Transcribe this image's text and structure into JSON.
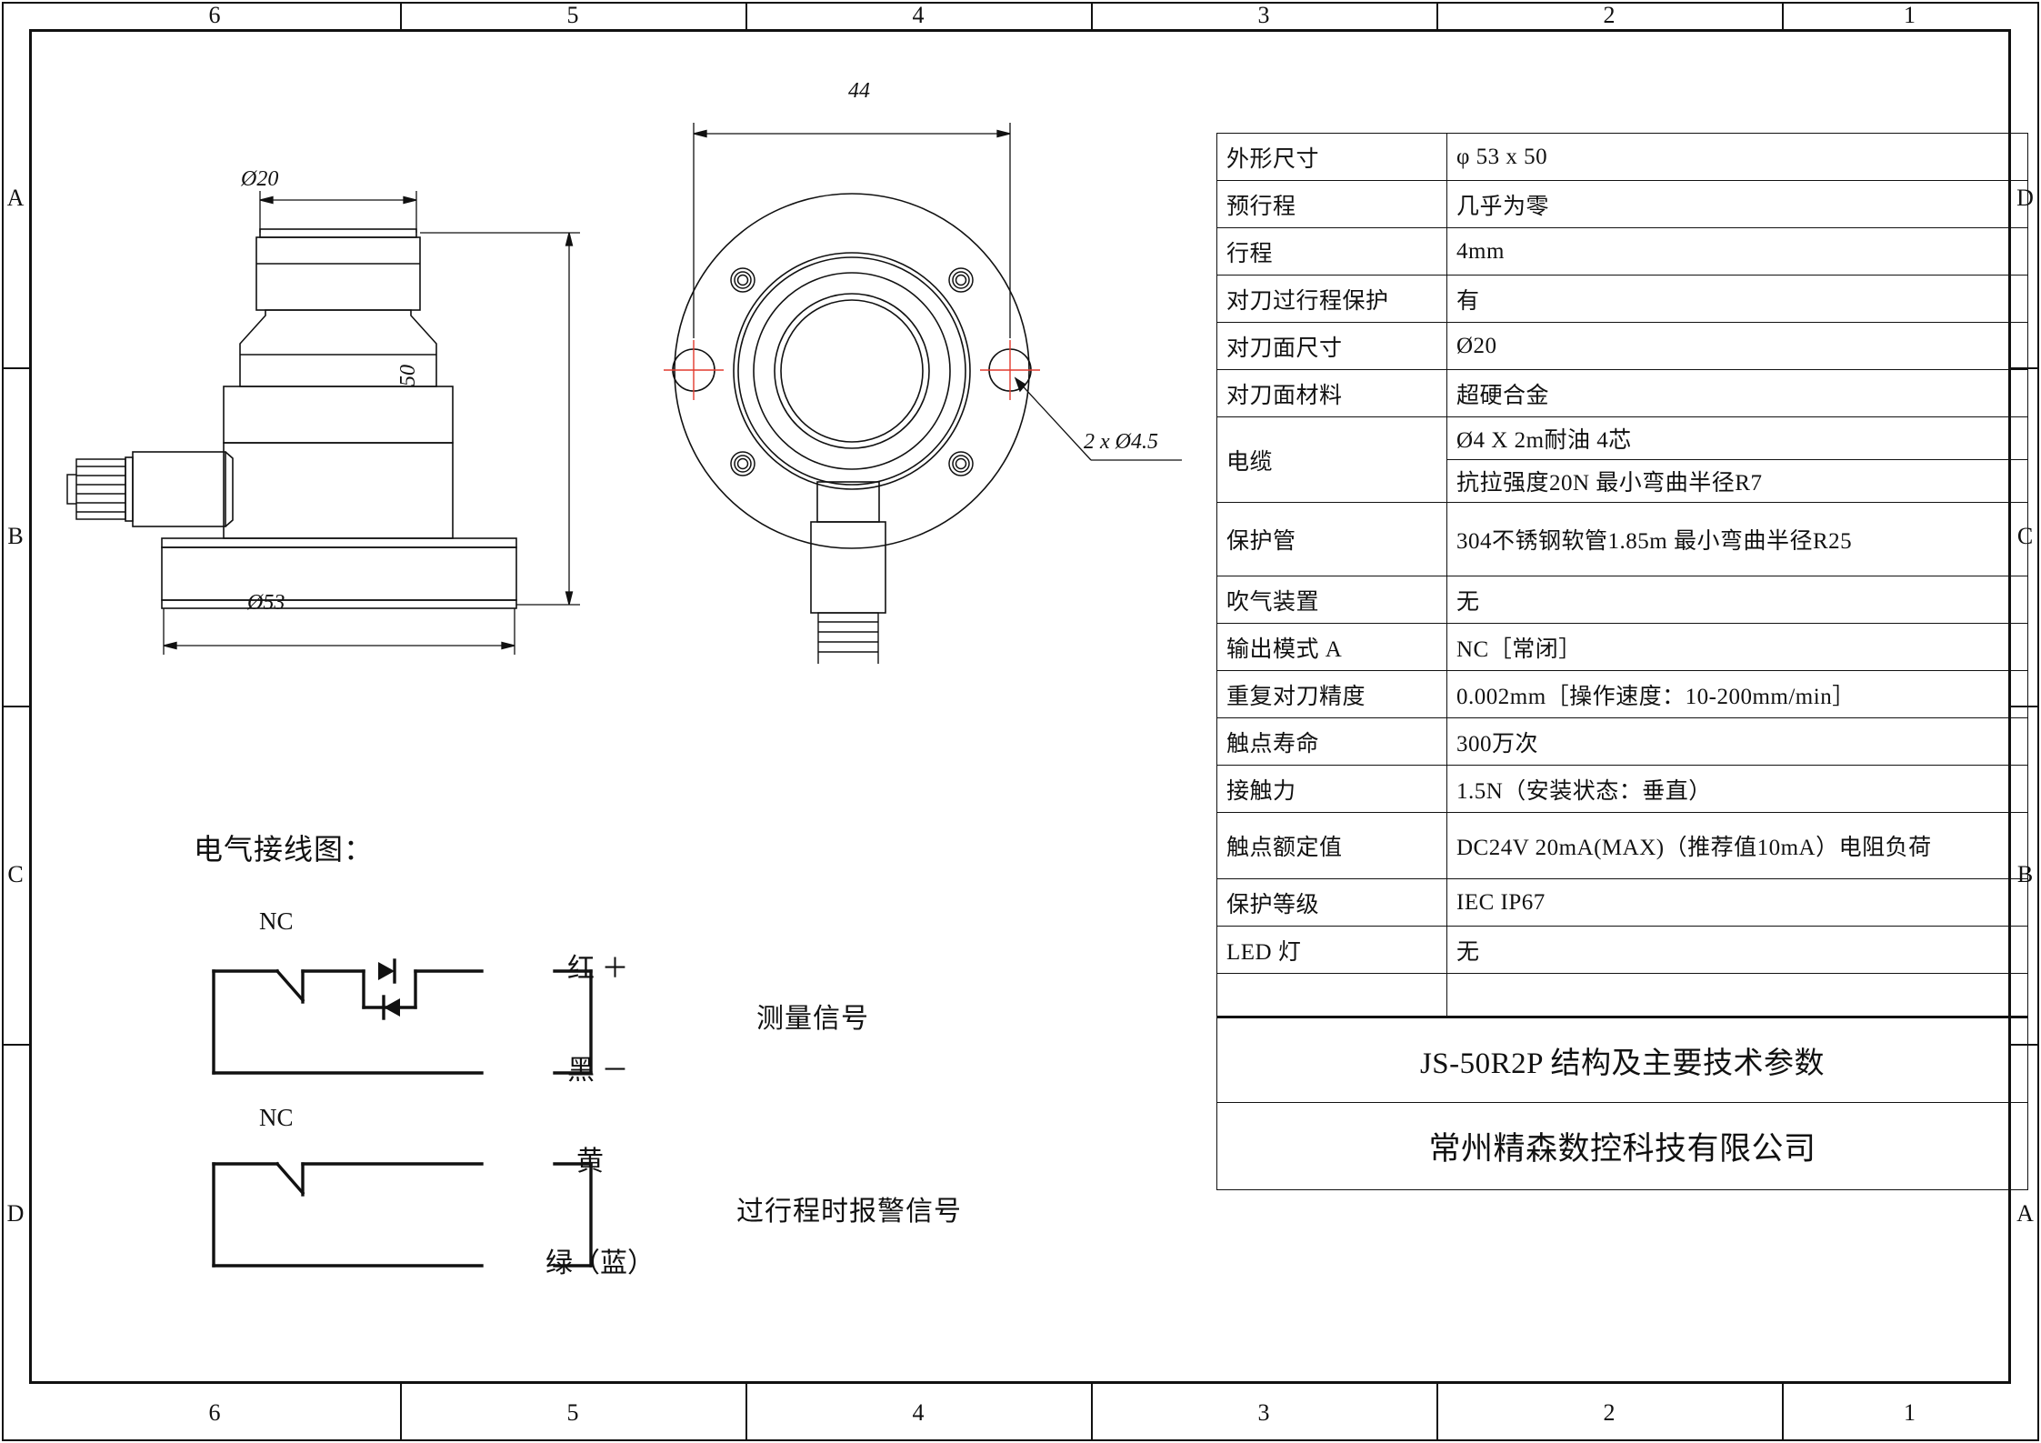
{
  "frame": {
    "top_numbers": [
      "6",
      "5",
      "4",
      "3",
      "2",
      "1"
    ],
    "bottom_numbers": [
      "6",
      "5",
      "4",
      "3",
      "2",
      "1"
    ],
    "left_letters": [
      "A",
      "B",
      "C",
      "D"
    ],
    "right_letters": [
      "D",
      "C",
      "B",
      "A"
    ]
  },
  "drawing": {
    "side_view": {
      "dim_top_diameter": "Ø20",
      "dim_height": "50",
      "dim_base_diameter": "Ø53"
    },
    "top_view": {
      "dim_width": "44",
      "hole_callout": "2 x Ø4.5"
    }
  },
  "wiring": {
    "heading": "电气接线图：",
    "circuit1": {
      "contact_type": "NC",
      "wire_positive": "红 ＋",
      "wire_negative": "黑 －",
      "signal_label": "测量信号"
    },
    "circuit2": {
      "contact_type": "NC",
      "wire_top": "黄",
      "wire_bottom": "绿（蓝）",
      "signal_label": "过行程时报警信号"
    }
  },
  "spec_table": {
    "rows": [
      {
        "key": "外形尺寸",
        "value": "φ 53  x  50"
      },
      {
        "key": "预行程",
        "value": "几乎为零"
      },
      {
        "key": "行程",
        "value": "4mm"
      },
      {
        "key": "对刀过行程保护",
        "value": "有"
      },
      {
        "key": "对刀面尺寸",
        "value": "Ø20"
      },
      {
        "key": "对刀面材料",
        "value": "超硬合金"
      },
      {
        "key": "电缆",
        "value": "Ø4  X  2m耐油  4芯",
        "value2": "抗拉强度20N 最小弯曲半径R7"
      },
      {
        "key": "保护管",
        "value": "304不锈钢软管1.85m 最小弯曲半径R25"
      },
      {
        "key": "吹气装置",
        "value": "无"
      },
      {
        "key": "输出模式 A",
        "value": "NC［常闭］"
      },
      {
        "key": "重复对刀精度",
        "value": "0.002mm［操作速度：10-200mm/min］"
      },
      {
        "key": "触点寿命",
        "value": "300万次"
      },
      {
        "key": "接触力",
        "value": "1.5N（安装状态：垂直）"
      },
      {
        "key": "触点额定值",
        "value": "DC24V 20mA(MAX)（推荐值10mA）电阻负荷"
      },
      {
        "key": "保护等级",
        "value": "IEC IP67"
      },
      {
        "key": "LED 灯",
        "value": "无"
      }
    ]
  },
  "title_block": {
    "drawing_title": "JS-50R2P  结构及主要技术参数",
    "company": "常州精森数控科技有限公司"
  }
}
